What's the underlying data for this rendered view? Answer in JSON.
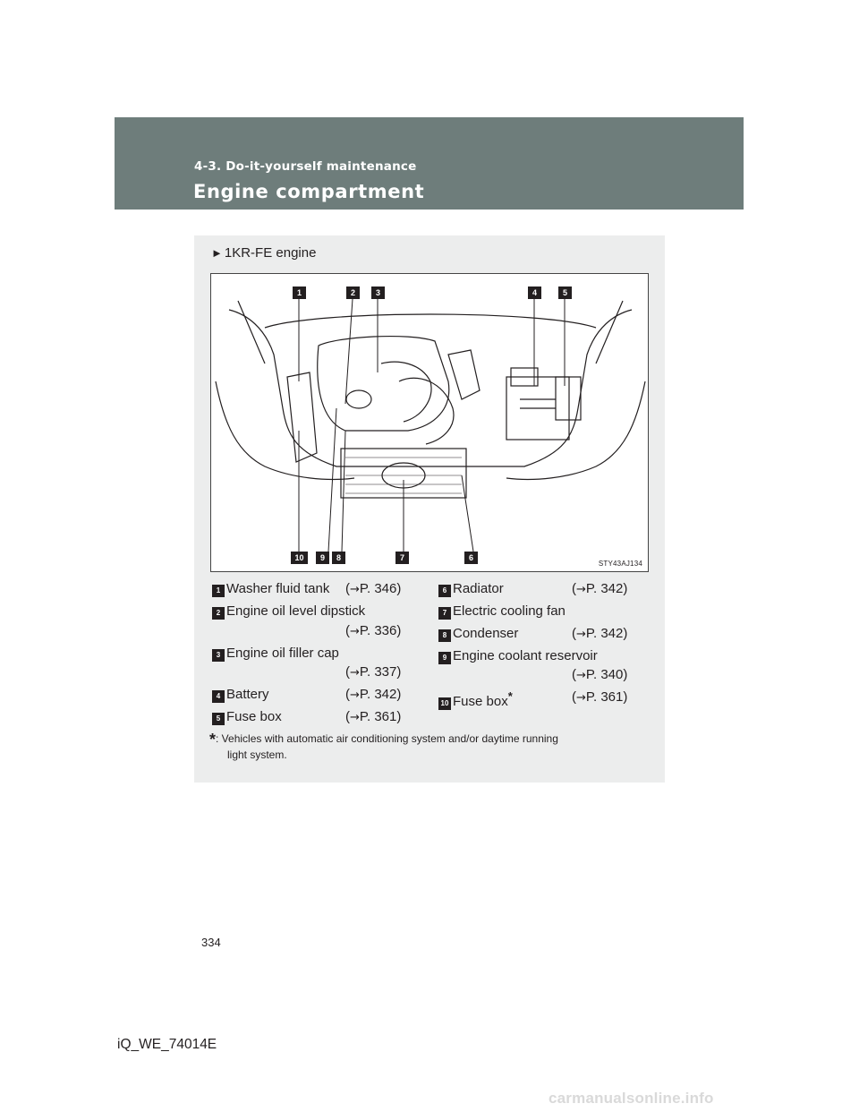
{
  "header": {
    "section": "4-3. Do-it-yourself maintenance",
    "title": "Engine compartment"
  },
  "content": {
    "engine_heading": "1KR-FE engine",
    "figure_code": "STY43AJ134",
    "callouts_top": [
      "1",
      "2",
      "3",
      "4",
      "5"
    ],
    "callouts_bottom": [
      "10",
      "9",
      "8",
      "7",
      "6"
    ],
    "legend": [
      {
        "num": "1",
        "label": "Washer fluid tank",
        "ref": "P. 346"
      },
      {
        "num": "2",
        "label": "Engine oil level dipstick",
        "ref": "P. 336"
      },
      {
        "num": "3",
        "label": "Engine oil filler cap",
        "ref": "P. 337"
      },
      {
        "num": "4",
        "label": "Battery",
        "ref": "P. 342"
      },
      {
        "num": "5",
        "label": "Fuse box",
        "ref": "P. 361"
      },
      {
        "num": "6",
        "label": "Radiator",
        "ref": "P. 342"
      },
      {
        "num": "7",
        "label": "Electric cooling fan",
        "ref": ""
      },
      {
        "num": "8",
        "label": "Condenser",
        "ref": "P. 342"
      },
      {
        "num": "9",
        "label": "Engine coolant reservoir",
        "ref": "P. 340"
      },
      {
        "num": "10",
        "label": "Fuse box",
        "ref": "P. 361"
      }
    ],
    "arrow_symbol": "→",
    "footnote_star": "*",
    "footnote_line1": ": Vehicles with automatic air conditioning system and/or daytime running",
    "footnote_line2": "light system."
  },
  "page_number": "334",
  "doc_code": "iQ_WE_74014E",
  "watermark": "carmanualsonline.info"
}
